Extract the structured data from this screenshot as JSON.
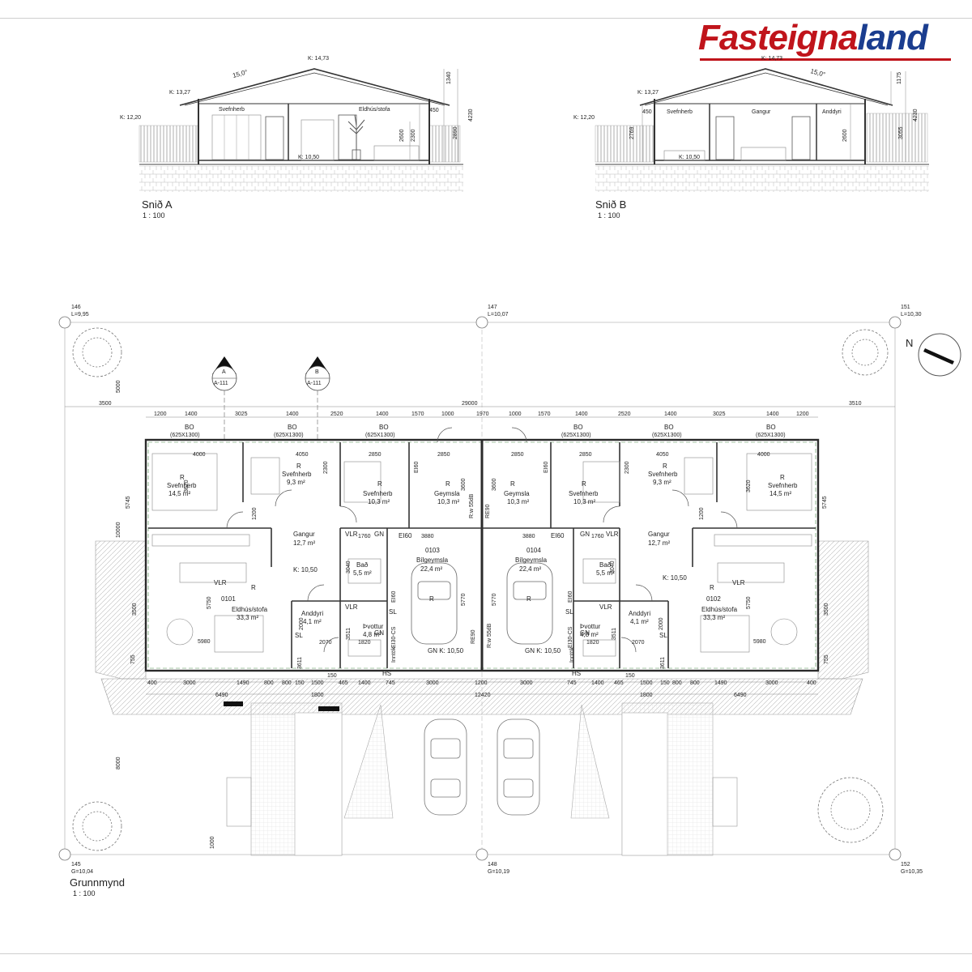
{
  "logo": {
    "part1": "Fasteigna",
    "part2": "land",
    "red": "#c0141b",
    "blue": "#1a3d8f"
  },
  "section_a": {
    "title": "Snið A",
    "scale": "1 : 100",
    "ridge": "K: 14,73",
    "eave": "K: 13,27",
    "ground": "K: 12,20",
    "floor": "K: 10,50",
    "pitch": "15,0°",
    "rooms": [
      "Svefnherb",
      "Eldhús/stofa"
    ],
    "dims": [
      "1340",
      "4230",
      "2890",
      "2600",
      "2300",
      "450"
    ]
  },
  "section_b": {
    "title": "Snið B",
    "scale": "1 : 100",
    "ridge": "K: 14,73",
    "eave": "K: 13,27",
    "ground": "K: 12,20",
    "floor": "K: 10,50",
    "pitch": "15,0°",
    "rooms": [
      "Svefnherb",
      "Gangur",
      "Anddyri"
    ],
    "dims": [
      "1175",
      "4230",
      "3055",
      "2600",
      "2769",
      "450"
    ]
  },
  "plan": {
    "title": "Grunnmynd",
    "scale": "1 : 100",
    "corners": {
      "tl": [
        "146",
        "L=9,95"
      ],
      "tm": [
        "147",
        "L=10,07"
      ],
      "tr": [
        "151",
        "L=10,30"
      ],
      "bl": [
        "145",
        "G=10,04"
      ],
      "bm": [
        "148",
        "G=10,19"
      ],
      "br": [
        "152",
        "G=10,35"
      ]
    },
    "section_markers": [
      {
        "letter": "A",
        "ref": "A-111"
      },
      {
        "letter": "B",
        "ref": "A-111"
      }
    ],
    "north": "N",
    "overall_width": "29000",
    "side_left": "3500",
    "side_right": "3510",
    "top_dims_left": [
      "1200",
      "1400",
      "3025",
      "1400",
      "2520",
      "1400",
      "1570",
      "1000",
      "1970"
    ],
    "top_dims_right": [
      "1000",
      "1570",
      "1400",
      "2520",
      "1400",
      "3025",
      "1400",
      "1200"
    ],
    "bo_label": "BO",
    "bo_size": "(625X1300)",
    "rooms_left": [
      {
        "tag": "R",
        "name": "Svefnherb",
        "area": "14,5 m²"
      },
      {
        "tag": "R",
        "name": "Svefnherb",
        "area": "9,3 m²"
      },
      {
        "tag": "R",
        "name": "Svefnherb",
        "area": "10,3 m²"
      },
      {
        "tag": "R",
        "name": "Geymsla",
        "area": "10,3 m²"
      },
      {
        "tag": "",
        "name": "Gangur",
        "area": "12,7 m²"
      },
      {
        "tag": "",
        "name": "Bað",
        "area": "5,5 m²"
      },
      {
        "tag": "0103",
        "name": "Bílgeymsla",
        "area": "22,4 m²"
      },
      {
        "tag": "0101",
        "name": "Eldhús/stofa",
        "area": "33,3 m²"
      },
      {
        "tag": "",
        "name": "Anddyri",
        "area": "4,1 m²"
      },
      {
        "tag": "",
        "name": "Þvottur",
        "area": "4,8 m²"
      }
    ],
    "rooms_right": [
      {
        "tag": "R",
        "name": "Geymsla",
        "area": "10,3 m²"
      },
      {
        "tag": "R",
        "name": "Svefnherb",
        "area": "10,3 m²"
      },
      {
        "tag": "R",
        "name": "Svefnherb",
        "area": "9,3 m²"
      },
      {
        "tag": "R",
        "name": "Svefnherb",
        "area": "14,5 m²"
      },
      {
        "tag": "0104",
        "name": "Bílgeymsla",
        "area": "22,4 m²"
      },
      {
        "tag": "",
        "name": "Bað",
        "area": "5,5 m²"
      },
      {
        "tag": "",
        "name": "Gangur",
        "area": "12,7 m²"
      },
      {
        "tag": "0102",
        "name": "Eldhús/stofa",
        "area": "33,3 m²"
      },
      {
        "tag": "",
        "name": "Anddyri",
        "area": "4,1 m²"
      },
      {
        "tag": "",
        "name": "Þvottur",
        "area": "4,8 m²"
      }
    ],
    "floor_level": "K: 10,50",
    "garage_level": "GN  K: 10,50",
    "inner_dims": [
      "4000",
      "4050",
      "2850",
      "2850",
      "3620",
      "2300",
      "3600",
      "1200",
      "1760",
      "3880",
      "3040",
      "5750",
      "5980",
      "2000",
      "2070",
      "1820",
      "5770",
      "3511",
      "3611",
      "5745",
      "3500",
      "10000",
      "5000",
      "8000",
      "755",
      "1000"
    ],
    "labels": [
      "VLR",
      "GN",
      "EI60",
      "EI30-CS",
      "SL",
      "HS",
      "Inntök",
      "RE90",
      "R:w 55dB",
      "R"
    ],
    "bottom_dims_left": [
      "400",
      "3000",
      "1490",
      "800",
      "800",
      "150",
      "1500",
      "465",
      "1400",
      "745",
      "3000",
      "1200"
    ],
    "bottom_dims_right": [
      "3000",
      "745",
      "1400",
      "465",
      "1500",
      "150",
      "800",
      "800",
      "1490",
      "3000",
      "400"
    ],
    "bottom_totals": [
      "6490",
      "1800",
      "12420",
      "1800",
      "6490"
    ],
    "small_dims": [
      "150",
      "150"
    ]
  }
}
